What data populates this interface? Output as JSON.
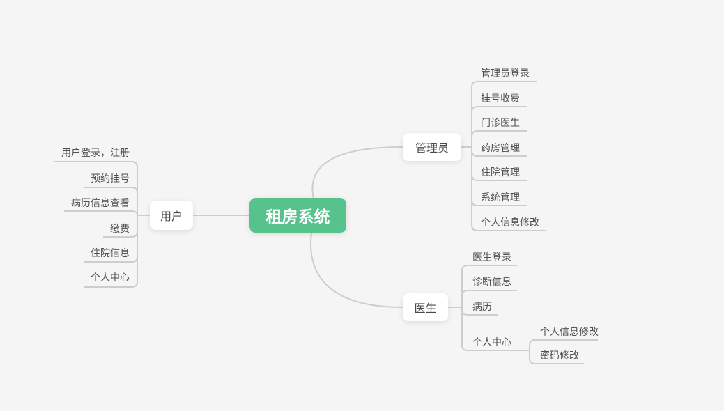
{
  "app": {
    "background": "#f5f5f5",
    "line_color": "#cdcdcd"
  },
  "colors": {
    "root_bg": "#57c28c",
    "root_text": "#ffffff",
    "node_text": "#4a4a4a",
    "leaf_text": "#4f4f4f"
  },
  "mindmap": {
    "root": {
      "label": "租房系统"
    },
    "branches": [
      {
        "label": "用户",
        "children": [
          {
            "label": "用户登录，注册"
          },
          {
            "label": "预约挂号"
          },
          {
            "label": "病历信息查看"
          },
          {
            "label": "缴费"
          },
          {
            "label": "住院信息"
          },
          {
            "label": "个人中心"
          }
        ]
      },
      {
        "label": "管理员",
        "children": [
          {
            "label": "管理员登录"
          },
          {
            "label": "挂号收费"
          },
          {
            "label": "门诊医生"
          },
          {
            "label": "药房管理"
          },
          {
            "label": "住院管理"
          },
          {
            "label": "系统管理"
          },
          {
            "label": "个人信息修改"
          }
        ]
      },
      {
        "label": "医生",
        "children": [
          {
            "label": "医生登录"
          },
          {
            "label": "诊断信息"
          },
          {
            "label": "病历"
          },
          {
            "label": "个人中心",
            "children": [
              {
                "label": "个人信息修改"
              },
              {
                "label": "密码修改"
              }
            ]
          }
        ]
      }
    ]
  }
}
